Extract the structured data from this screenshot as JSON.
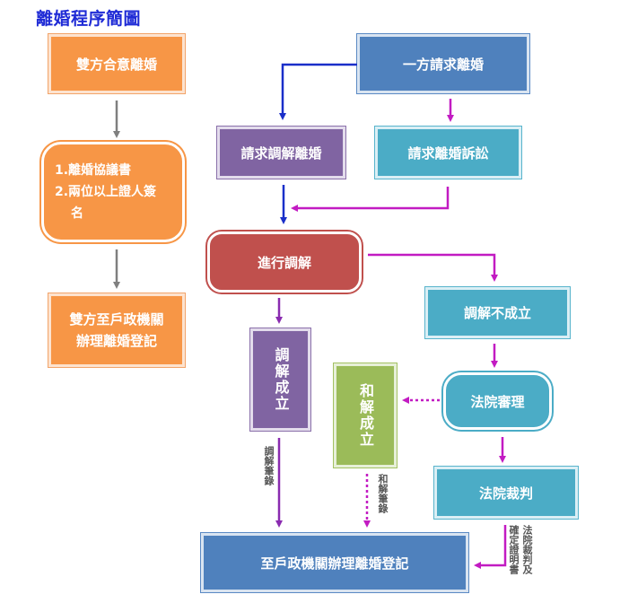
{
  "title": "離婚程序簡圖",
  "boxes": {
    "mutual_divorce": "雙方合意離婚",
    "agreement_items": [
      "1.離婚協議書",
      "2.兩位以上證人簽",
      "名"
    ],
    "mutual_registration": "雙方至戶政機關辦理離婚登記",
    "one_party_request": "一方請求離婚",
    "request_mediation": "請求調解離婚",
    "request_lawsuit": "請求離婚訴訟",
    "mediation": "進行調解",
    "mediation_failed": "調解不成立",
    "mediation_success": "調解成立",
    "settlement": "和解成立",
    "court_hearing": "法院審理",
    "court_judgment": "法院裁判",
    "final_registration": "至戶政機關辦理離婚登記"
  },
  "notes": {
    "mediation_record": "調解筆錄",
    "settlement_record": "和解筆錄",
    "judgment_note_1": "法院裁判及",
    "judgment_note_2": "確定證明書"
  },
  "colors": {
    "title": "#1f2bd6",
    "orange": "#f79646",
    "blue": "#4f81bd",
    "purple": "#8064a2",
    "teal": "#4bacc6",
    "red": "#c0504d",
    "green": "#9bbb59",
    "arrow_blue": "#1a2fc9",
    "arrow_magenta": "#c21bc2",
    "arrow_purple": "#8a2bb0",
    "arrow_gray": "#7f7f7f"
  }
}
